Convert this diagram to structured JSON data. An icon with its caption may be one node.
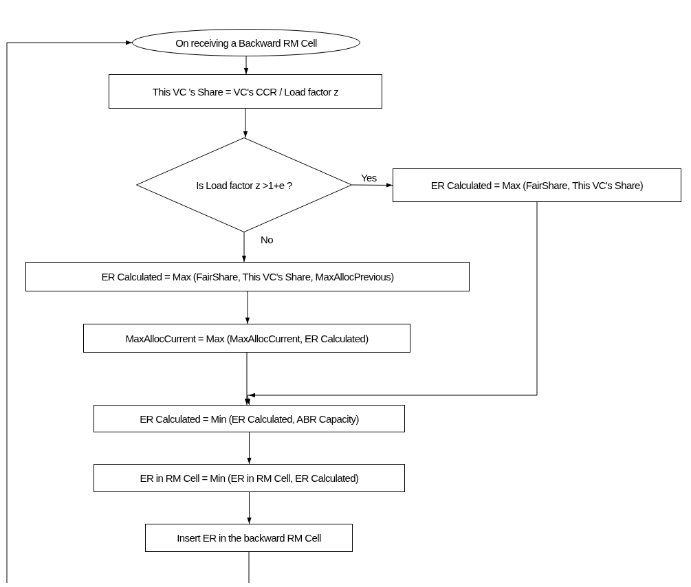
{
  "diagram": {
    "nodes": [
      {
        "text": [
          "On receiving a Backward RM Cell"
        ]
      },
      {
        "text": [
          "This VC 's Share = VC's CCR / Load factor z"
        ]
      },
      {
        "text": [
          "Is Load factor z >1+e ?"
        ]
      },
      {
        "text": [
          "ER Calculated = Max (FairShare, This VC's Share)"
        ]
      },
      {
        "text": [
          "ER Calculated = Max (FairShare, This VC's Share, MaxAllocPrevious)"
        ]
      },
      {
        "text": [
          "MaxAllocCurrent = Max (MaxAllocCurrent, ER Calculated)"
        ]
      },
      {
        "text": [
          "ER Calculated = Min (ER Calculated, ABR Capacity)"
        ]
      },
      {
        "text": [
          "ER in RM Cell = Min (ER in RM Cell, ER Calculated)"
        ]
      },
      {
        "text": [
          "Insert ER in the backward RM Cell"
        ]
      }
    ],
    "edges": [
      {
        "from": 0,
        "to": 1,
        "arrow": "to"
      },
      {
        "from": 1,
        "to": 2,
        "arrow": "to"
      },
      {
        "from": 2,
        "to": 3,
        "arrow": "to",
        "label": "Yes"
      },
      {
        "from": 2,
        "to": 4,
        "arrow": "to",
        "label": "No"
      },
      {
        "from": 4,
        "to": 5,
        "arrow": "to"
      },
      {
        "from": 5,
        "to": 6,
        "arrow": "to"
      },
      {
        "from": 3,
        "to": 6,
        "arrow": "to"
      },
      {
        "from": 6,
        "to": 7,
        "arrow": "to"
      },
      {
        "from": 7,
        "to": 8,
        "arrow": "to"
      },
      {
        "from": 8,
        "to": null,
        "arrow": "none"
      },
      {
        "from": null,
        "to": 0,
        "arrow": "to"
      }
    ]
  }
}
